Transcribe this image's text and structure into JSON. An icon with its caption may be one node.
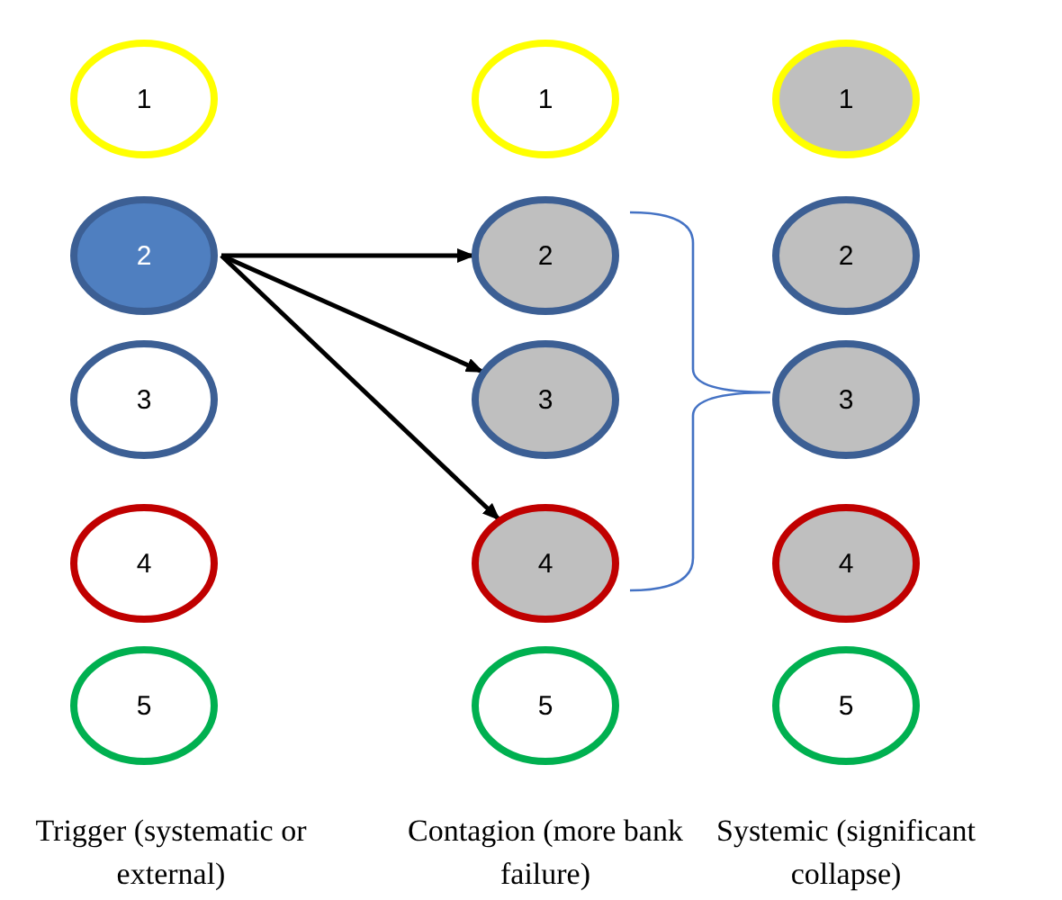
{
  "diagram": {
    "nodes": [
      {
        "text": [
          "1"
        ]
      },
      {
        "text": [
          "2"
        ]
      },
      {
        "text": [
          "3"
        ]
      },
      {
        "text": [
          "4"
        ]
      },
      {
        "text": [
          "5"
        ]
      },
      {
        "text": [
          "1"
        ]
      },
      {
        "text": [
          "2"
        ]
      },
      {
        "text": [
          "3"
        ]
      },
      {
        "text": [
          "4"
        ]
      },
      {
        "text": [
          "5"
        ]
      },
      {
        "text": [
          "1"
        ]
      },
      {
        "text": [
          "2"
        ]
      },
      {
        "text": [
          "3"
        ]
      },
      {
        "text": [
          "4"
        ]
      },
      {
        "text": [
          "5"
        ]
      }
    ],
    "edges": [
      {
        "from": 1,
        "to": 6,
        "arrow": "to"
      },
      {
        "from": 1,
        "to": 7,
        "arrow": "to"
      },
      {
        "from": 1,
        "to": 8,
        "arrow": "to"
      }
    ],
    "labels": [
      "Trigger (systematic or external)",
      "Contagion (more bank failure)",
      "Systemic (significant collapse)"
    ]
  }
}
